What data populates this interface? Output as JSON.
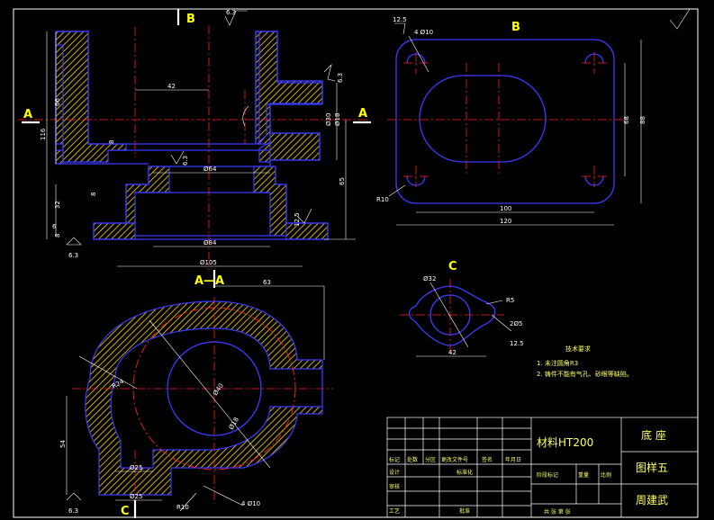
{
  "views": {
    "section_label_b_top": "B",
    "section_label_a_left": "A",
    "section_label_a_right": "A",
    "view_b_title": "B",
    "view_aa_title": "A—A",
    "view_c_title": "C",
    "section_label_c_bottom": "C"
  },
  "roughness": {
    "top": "6.3",
    "right_flange": "6.3",
    "mid": "6.3",
    "base_left": "6.3",
    "base_right": "12.5",
    "corner_top": "12.5",
    "bottom_left": "6.3"
  },
  "front_dims": {
    "d42": "42",
    "d66": "66",
    "d116": "116",
    "d8a": "8",
    "d64": "Ø64",
    "d8b": "8",
    "d32": "32",
    "d8c": "8",
    "d84": "Ø84",
    "d105": "Ø105",
    "d30": "Ø30",
    "d18": "Ø18",
    "d65": "65",
    "d6": "6"
  },
  "top_dims": {
    "holes": "4 Ø10",
    "d100": "100",
    "d120": "120",
    "d68": "68",
    "d88": "88",
    "r10": "R10"
  },
  "aa_dims": {
    "d63": "63",
    "r24": "R24",
    "d40": "Ø40",
    "d18": "Ø18",
    "d54": "54",
    "d25a": "Ø25",
    "d25b": "Ø25",
    "r10": "R10",
    "holes": "4 Ø10"
  },
  "c_dims": {
    "d32": "Ø32",
    "r5": "R5",
    "d2": "2Ø5",
    "d42": "42",
    "d12_5": "12.5"
  },
  "notes": {
    "title": "技术要求",
    "line1": "1. 未注圆角R3",
    "line2": "2. 铸件不能有气孔、砂眼等缺陷。"
  },
  "title_block": {
    "material": "材料HT200",
    "part_name": "底 座",
    "drawing_no": "图样五",
    "author": "周建武",
    "h_mark": "标记",
    "h_count": "处数",
    "h_zone": "分区",
    "h_doc": "更改文件号",
    "h_sign": "签名",
    "h_date": "年月日",
    "h_design": "设计",
    "h_std": "标准化",
    "h_stage": "阶段标记",
    "h_weight": "重量",
    "h_scale": "比例",
    "h_check": "审核",
    "h_process": "工艺",
    "h_approve": "批准",
    "h_sheets": "共  张  第  张"
  },
  "colors": {
    "background": "#000000",
    "outline": "#3a3aff",
    "center_line": "#ff2020",
    "hatch": "#ffd700",
    "dimension": "#ffffff",
    "label": "#ffff00"
  }
}
